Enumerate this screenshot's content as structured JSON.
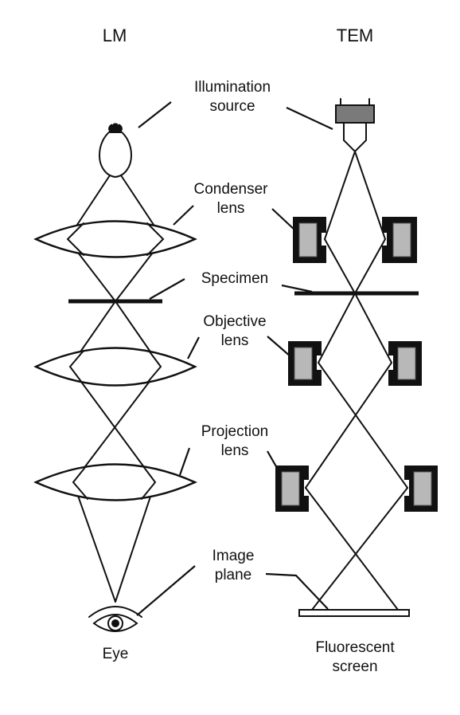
{
  "headers": {
    "lm": "LM",
    "tem": "TEM"
  },
  "labels": {
    "illumination_1": "Illumination",
    "illumination_2": "source",
    "condenser_1": "Condenser",
    "condenser_2": "lens",
    "specimen": "Specimen",
    "objective_1": "Objective",
    "objective_2": "lens",
    "projection_1": "Projection",
    "projection_2": "lens",
    "image_1": "Image",
    "image_2": "plane",
    "eye": "Eye",
    "screen_1": "Fluorescent",
    "screen_2": "screen"
  },
  "icons": {
    "lm_source": "light-bulb-icon",
    "tem_source": "electron-gun-icon",
    "eye": "eye-icon"
  },
  "colors": {
    "ink": "#111111",
    "magnet_core": "#b8b8b8",
    "background": "#ffffff"
  }
}
